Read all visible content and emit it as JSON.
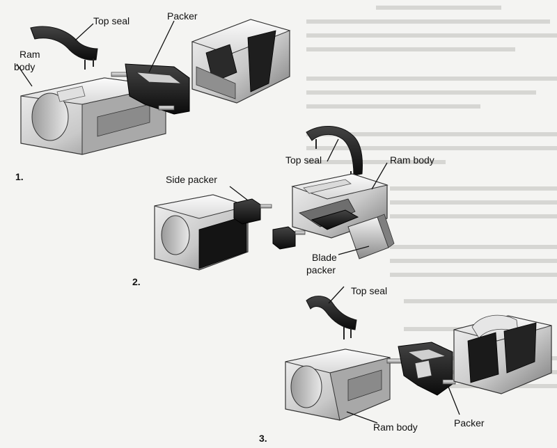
{
  "figure": {
    "panel_1": {
      "number": "1.",
      "labels": {
        "top_seal": "Top seal",
        "packer": "Packer",
        "ram_body_line1": "Ram",
        "ram_body_line2": "body"
      }
    },
    "panel_2": {
      "number": "2.",
      "labels": {
        "top_seal": "Top seal",
        "ram_body": "Ram body",
        "side_packer": "Side packer",
        "blade_packer_line1": "Blade",
        "blade_packer_line2": "packer"
      }
    },
    "panel_3": {
      "number": "3.",
      "labels": {
        "top_seal": "Top seal",
        "ram_body": "Ram body",
        "packer": "Packer"
      }
    }
  }
}
